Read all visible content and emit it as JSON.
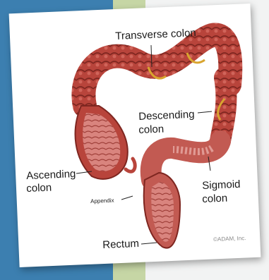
{
  "labels": {
    "transverse": "Transverse colon",
    "descending": "Descending",
    "descending2": "colon",
    "ascending": "Ascending",
    "ascending2": "colon",
    "appendix": "Appendix",
    "sigmoid": "Sigmoid",
    "sigmoid2": "colon",
    "rectum": "Rectum",
    "copyright": "©ADAM, Inc."
  },
  "colors": {
    "background_left": "#3c7fb0",
    "background_stripe": "#c6d6a5",
    "card": "#ffffff",
    "tissue": "#b8443b",
    "tissue_dark": "#7e2620",
    "inner": "#d9847e",
    "vessel": "#d9a52f"
  }
}
